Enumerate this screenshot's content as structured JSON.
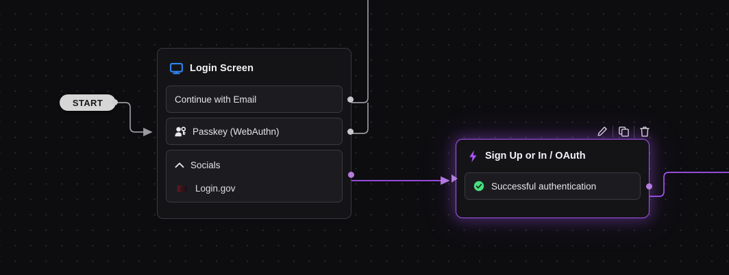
{
  "canvas": {
    "background_color": "#0d0d0f",
    "grid_dot_color": "#2e2e34"
  },
  "start": {
    "label": "START"
  },
  "login_node": {
    "title": "Login Screen",
    "icon": "monitor-icon",
    "icon_color": "#2e86f0",
    "options": [
      {
        "label": "Continue with Email",
        "icon": null
      },
      {
        "label": "Passkey (WebAuthn)",
        "icon": "person-key-icon"
      }
    ],
    "group": {
      "label": "Socials",
      "chevron": "chevron-up-icon",
      "expanded": true,
      "items": [
        {
          "label": "Login.gov",
          "icon": "logingov-logo-icon"
        }
      ]
    }
  },
  "oauth_node": {
    "title": "Sign Up or In / OAuth",
    "icon": "lightning-bolt-icon",
    "icon_color": "#a855f7",
    "selected": true,
    "accent_color": "#a855f7",
    "rows": [
      {
        "label": "Successful authentication",
        "icon": "check-circle-icon",
        "icon_color": "#4ade80"
      }
    ]
  },
  "toolbar": {
    "buttons": [
      {
        "name": "edit-button",
        "icon": "pencil-icon"
      },
      {
        "name": "duplicate-button",
        "icon": "copy-icon"
      },
      {
        "name": "delete-button",
        "icon": "trash-icon"
      }
    ]
  },
  "edges": {
    "default_color": "#9a9a9f",
    "active_color": "#a855f7"
  }
}
